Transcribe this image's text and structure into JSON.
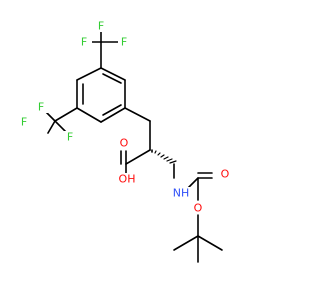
{
  "colors": {
    "bond": "#000000",
    "F": "#33cc33",
    "O": "#ff0d0d",
    "N": "#3050f8",
    "background": "#ffffff"
  },
  "atom_labels": {
    "f_top_1": "F",
    "f_top_2": "F",
    "f_top_3": "F",
    "f_left_1": "F",
    "f_left_2": "F",
    "f_left_3": "F",
    "o_carbonyl_acid": "O",
    "oh_acid": "OH",
    "nh": "NH",
    "o_carbonyl_boc": "O",
    "o_ester_boc": "O"
  }
}
